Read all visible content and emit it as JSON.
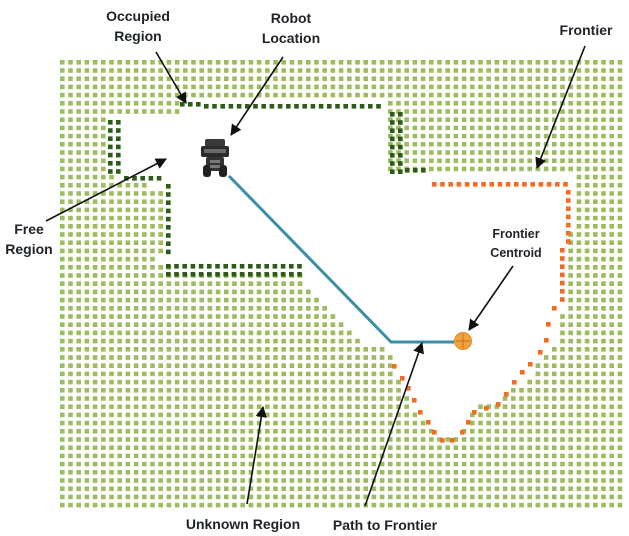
{
  "labels": {
    "occupied_region": [
      "Occupied",
      "Region"
    ],
    "robot_location": [
      "Robot",
      "Location"
    ],
    "frontier": "Frontier",
    "free_region": [
      "Free",
      "Region"
    ],
    "frontier_centroid": [
      "Frontier",
      "Centroid"
    ],
    "unknown_region": "Unknown Region",
    "path_to_frontier": "Path to Frontier"
  },
  "colors": {
    "unknown_cell": "#9dbb5f",
    "occupied_cell": "#2e5b18",
    "frontier_cell": "#f26c21",
    "path": "#3a8ea6",
    "centroid": "#f3a13d",
    "arrow": "#111111",
    "robot": "#3a3a3a"
  }
}
